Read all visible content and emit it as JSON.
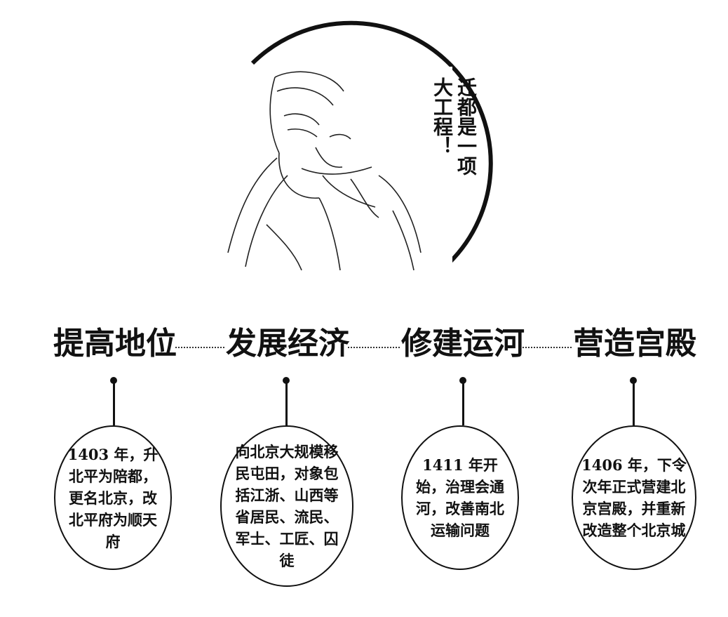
{
  "speech": {
    "lines": [
      "迁都是一项",
      "大工程！"
    ]
  },
  "steps": [
    {
      "title": "提高地位",
      "detail": "1403 年，升北平为陪都，更名北京，改北平府为顺天府"
    },
    {
      "title": "发展经济",
      "detail": "向北京大规模移民屯田，对象包括江浙、山西等省居民、流民、军士、工匠、囚徒"
    },
    {
      "title": "修建运河",
      "detail": "1411 年开始，治理会通河，改善南北运输问题"
    },
    {
      "title": "营造宫殿",
      "detail": "1406 年，下令次年正式营建北京宫殿，并重新改造整个北京城"
    }
  ],
  "colors": {
    "ink": "#111111",
    "background": "#ffffff"
  }
}
